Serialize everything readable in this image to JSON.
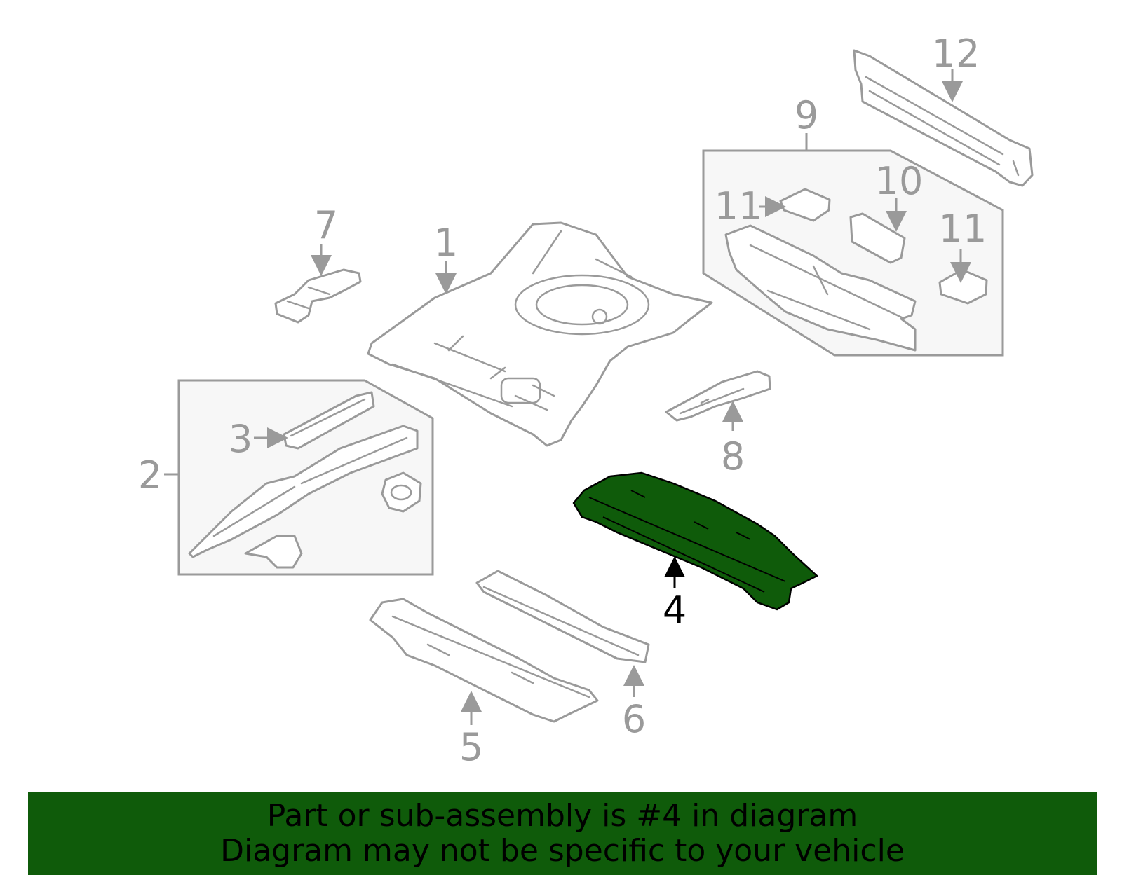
{
  "callouts": {
    "c1": "1",
    "c2": "2",
    "c3": "3",
    "c4": "4",
    "c5": "5",
    "c6": "6",
    "c7": "7",
    "c8": "8",
    "c9": "9",
    "c10": "10",
    "c11a": "11",
    "c11b": "11",
    "c12": "12"
  },
  "highlight_color": "#0f5b0a",
  "line_color": "#9a9a9a",
  "banner": {
    "line1": "Part or sub-assembly is #4 in diagram",
    "line2": "Diagram may not be specific to your vehicle"
  }
}
